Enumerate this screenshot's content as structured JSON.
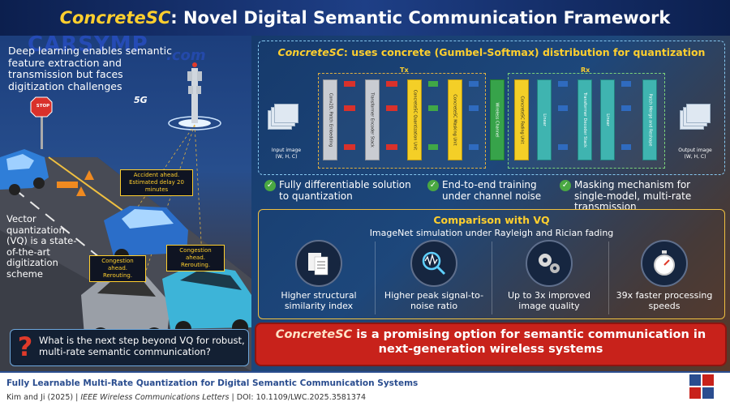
{
  "header": {
    "title_highlight": "ConcreteSC",
    "title_rest": ": Novel Digital Semantic Communication Framework"
  },
  "watermark": {
    "main": "CARSYMP",
    "sub": ".com"
  },
  "left": {
    "intro": "Deep learning enables semantic feature extraction and transmission but faces digitization challenges",
    "tower_label": "5G",
    "stop_sign": "STOP",
    "vq_text": "Vector quantization (VQ) is a state-of-the-art digitization scheme",
    "callouts": [
      {
        "line1": "Accident ahead.",
        "line2": "Estimated delay 20 minutes"
      },
      {
        "line1": "Congestion ahead.",
        "line2": "Rerouting."
      },
      {
        "line1": "Congestion ahead.",
        "line2": "Rerouting."
      }
    ],
    "question_mark": "?",
    "question": "What is the next step beyond VQ for robust, multi-rate semantic communication?"
  },
  "architecture": {
    "title_highlight": "ConcreteSC",
    "title_rest": ": uses concrete (Gumbel-Softmax) distribution for quantization",
    "tx_label": "Tx",
    "rx_label": "Rx",
    "input_label": "Input image",
    "input_dims": "(W, H, C)",
    "output_label": "Output image",
    "output_dims": "(W, H, C)",
    "blocks": {
      "conv": "Conv2D, Patch Embedding",
      "tx_transformer": "Transformer Encoder Stack",
      "quant": "ConcreteSC Quantization Unit",
      "mask": "ConcreteSC Masking Unit",
      "channel": "Wireless Channel",
      "fading": "ConcreteSC Fading Unit",
      "linear1": "Linear",
      "rx_transformer": "Transformer Decoder Stack",
      "linear2": "Linear",
      "patch": "Patch Merge and Reshape"
    }
  },
  "checks": [
    {
      "icon": "✓",
      "text": "Fully differentiable solution to quantization"
    },
    {
      "icon": "✓",
      "text": "End-to-end training under channel noise"
    },
    {
      "icon": "✓",
      "text": "Masking mechanism for single-model, multi-rate transmission"
    }
  ],
  "comparison": {
    "title": "Comparison with VQ",
    "subtitle": "ImageNet simulation under Rayleigh and Rician fading",
    "metrics": [
      {
        "label": "Higher structural similarity index",
        "icon": "documents-icon"
      },
      {
        "label": "Higher peak signal-to-noise ratio",
        "icon": "magnifier-signal-icon"
      },
      {
        "label": "Up to 3x improved image quality",
        "icon": "gears-icon"
      },
      {
        "label": "39x faster processing speeds",
        "icon": "stopwatch-icon"
      }
    ]
  },
  "conclusion": {
    "highlight": "ConcreteSC",
    "rest": " is a promising option for semantic communication in next-generation wireless systems"
  },
  "footer": {
    "title": "Fully Learnable Multi-Rate Quantization for Digital Semantic Communication Systems",
    "authors": "Kim and Ji (2025)",
    "sep1": " | ",
    "journal": "IEEE Wireless Communications Letters",
    "sep2": " | ",
    "doi": "DOI: 10.1109/LWC.2025.3581374"
  },
  "colors": {
    "accent_yellow": "#ffcf2e",
    "header_bg": "#1e3f86",
    "conclusion_red": "#c8221b",
    "check_green": "#4aa842"
  }
}
